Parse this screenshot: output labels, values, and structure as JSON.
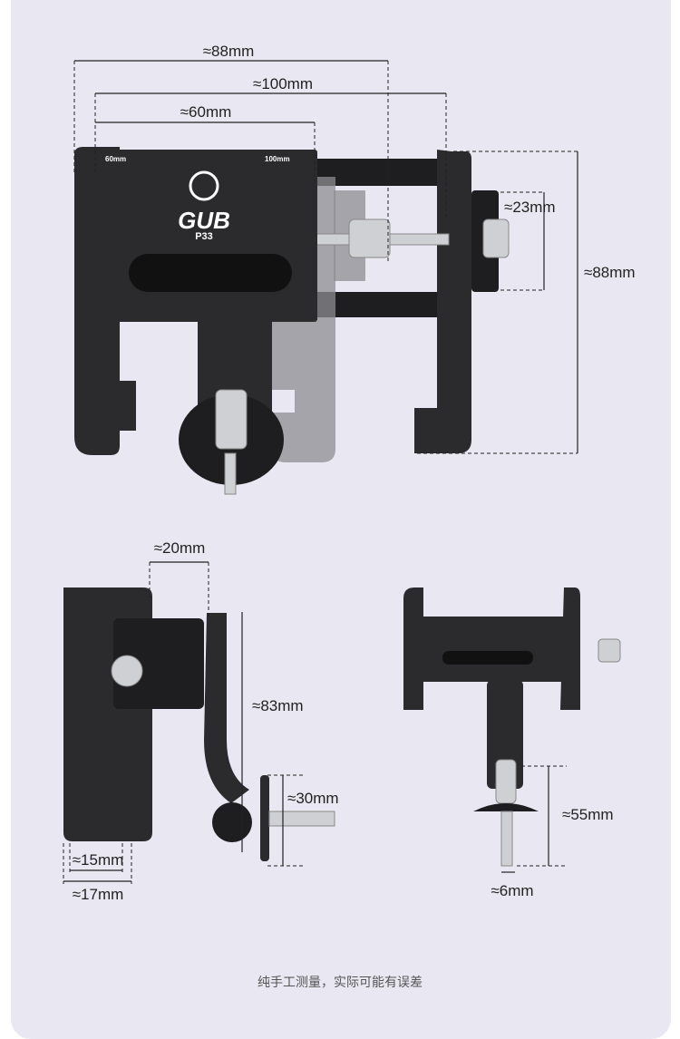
{
  "main_view": {
    "width_88": "≈88mm",
    "width_100": "≈100mm",
    "width_60": "≈60mm",
    "knob_23": "≈23mm",
    "height_88": "≈88mm",
    "plate_label_min": "60mm",
    "plate_label_max": "100mm",
    "brand": "GUB",
    "model": "P33"
  },
  "side_view": {
    "depth_20": "≈20mm",
    "height_83": "≈83mm",
    "screw_30": "≈30mm",
    "base_15": "≈15mm",
    "base_17": "≈17mm"
  },
  "small_view": {
    "height_55": "≈55mm",
    "screw_6": "≈6mm"
  },
  "footer": {
    "note": "纯手工测量，实际可能有误差"
  }
}
